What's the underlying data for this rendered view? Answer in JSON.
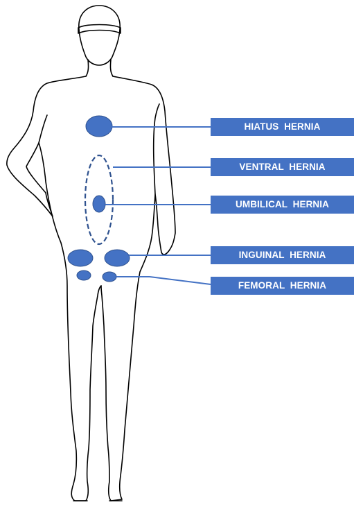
{
  "colors": {
    "accent": "#4472c4",
    "outline": "#000000",
    "label_text": "#ffffff"
  },
  "labels": {
    "hiatus": "HIATUS  HERNIA",
    "ventral": "VENTRAL  HERNIA",
    "umbilical": "UMBILICAL  HERNIA",
    "inguinal": "INGUINAL  HERNIA",
    "femoral": "FEMORAL  HERNIA"
  }
}
